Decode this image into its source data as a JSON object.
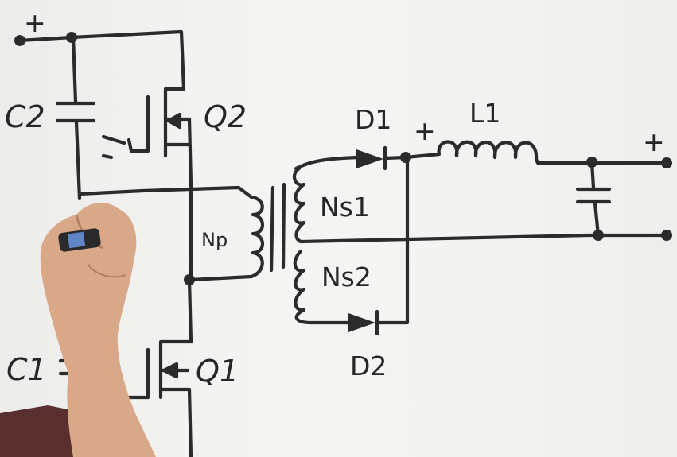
{
  "diagram": {
    "labels": {
      "plus_input": "+",
      "c2": "C2",
      "q2": "Q2",
      "c1": "C1",
      "q1": "Q1",
      "np": "Np",
      "ns1": "Ns1",
      "ns2": "Ns2",
      "d1": "D1",
      "d2": "D2",
      "l1": "L1",
      "plus_l1": "+",
      "plus_output": "+"
    },
    "colors": {
      "ink": "#2b2b2b",
      "board": "#f1f1ef",
      "skin": "#d9a889",
      "marker": "#2a2a2a"
    }
  }
}
